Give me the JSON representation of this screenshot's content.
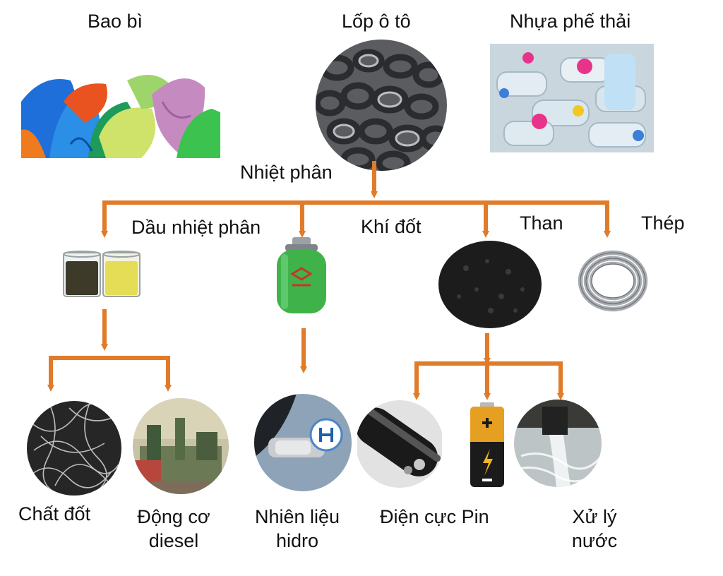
{
  "sources": {
    "packaging": "Bao bì",
    "tires": "Lốp ô tô",
    "plastic_waste": "Nhựa phế thải"
  },
  "process": "Nhiệt phân",
  "products": {
    "pyrolysis_oil": "Dầu nhiệt phân",
    "gas": "Khí đốt",
    "carbon": "Than",
    "steel": "Thép"
  },
  "applications": {
    "fuel": "Chất đốt",
    "diesel_engine": "Động cơ\ndiesel",
    "hydrogen_fuel": "Nhiên liệu\nhidro",
    "battery_electrode": "Điện cực Pin",
    "water_treatment": "Xử lý\nnước"
  },
  "colors": {
    "arrow": "#E07B2A"
  }
}
